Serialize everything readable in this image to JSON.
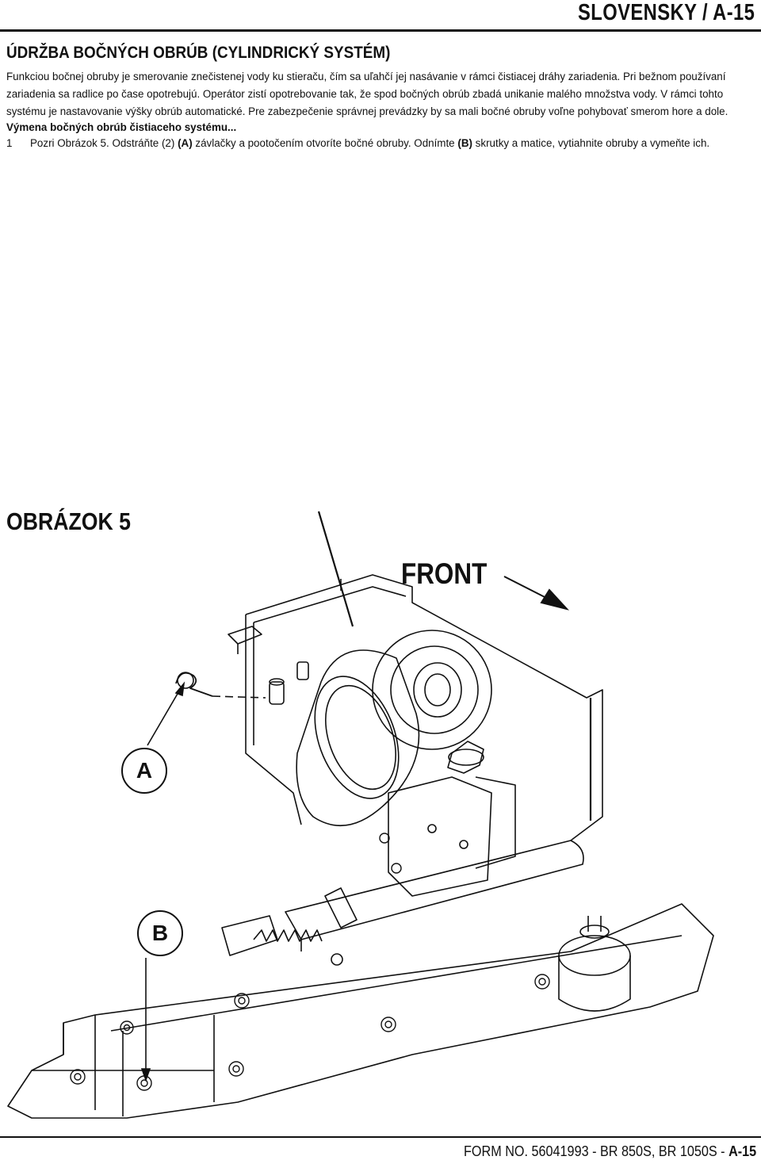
{
  "header": {
    "title": "SLOVENSKY / A-15"
  },
  "section": {
    "title": "ÚDRŽBA BOČNÝCH OBRÚB (CYLINDRICKÝ SYSTÉM)",
    "paragraph": "Funkciou bočnej obruby je smerovanie znečistenej vody ku stieraču, čím sa uľahčí jej nasávanie v rámci čistiacej dráhy zariadenia.  Pri bežnom používaní zariadenia sa radlice po čase opotrebujú.  Operátor zistí opotrebovanie tak, že spod bočných obrúb zbadá unikanie malého množstva vody.  V rámci tohto systému je nastavovanie výšky obrúb automatické.  Pre zabezpečenie správnej prevádzky by sa mali bočné obruby voľne pohybovať smerom hore a dole.",
    "subheading": "Výmena bočných obrúb čistiaceho systému...",
    "step": {
      "number": "1",
      "text_1": "Pozri Obrázok 5.  Odstráňte (2) ",
      "bold_a": "(A)",
      "text_2": " závlačky a pootočením otvoríte bočné obruby.  Odnímte ",
      "bold_b": "(B)",
      "text_3": " skrutky a matice, vytiahnite obruby a vymeňte ich."
    }
  },
  "figure": {
    "title": "OBRÁZOK 5",
    "front_label": "FRONT",
    "callout_a": "A",
    "callout_b": "B"
  },
  "footer": {
    "text": "FORM NO. 56041993 - BR 850S, BR 1050S - ",
    "page": "A-15"
  }
}
